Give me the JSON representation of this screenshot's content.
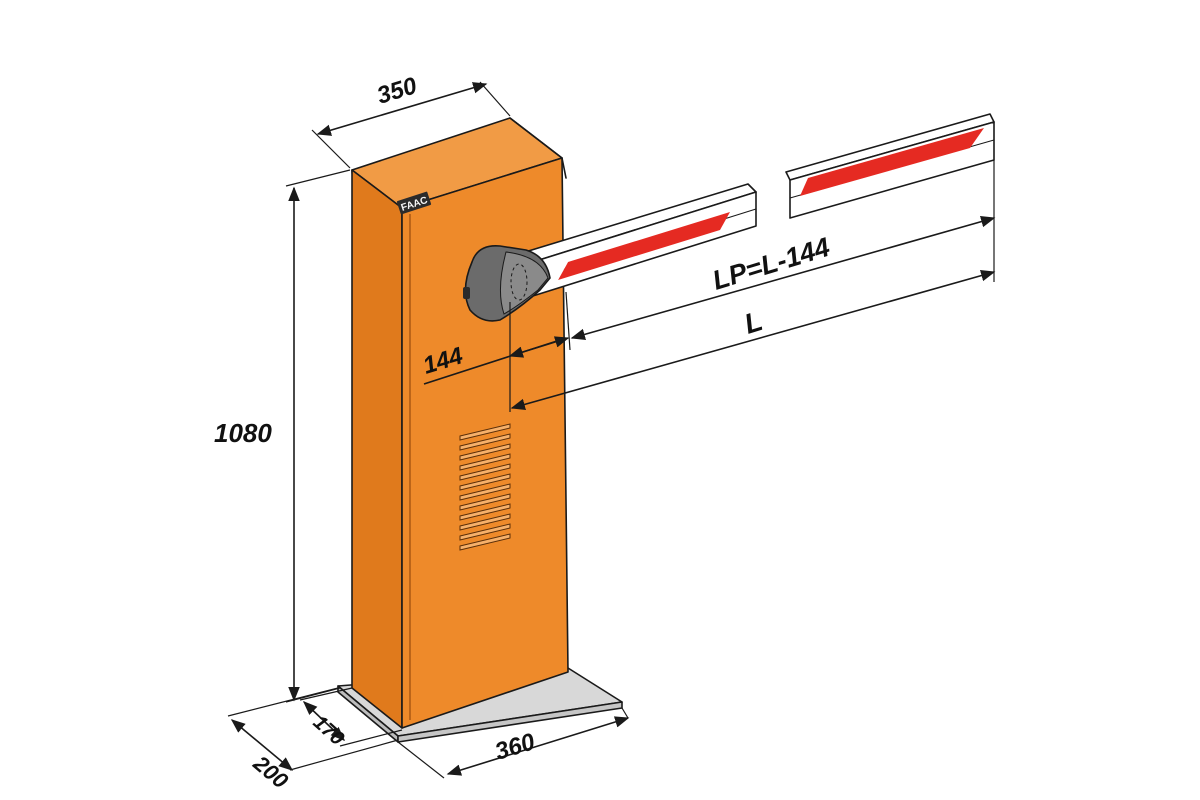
{
  "labels": {
    "width_top": "350",
    "height": "1080",
    "depth_outer": "200",
    "depth_inner": "170",
    "width_base": "360",
    "offset": "144",
    "boom_length": "L",
    "boom_profile": "LP=L-144",
    "logo": "FAAC"
  },
  "colors": {
    "cabinet_front": "#ee8a2a",
    "cabinet_side": "#e07a1c",
    "cabinet_top": "#f19b45",
    "reflector": "#e52a22",
    "boom": "#ffffff",
    "hub": "#6b6b6b",
    "base_plate": "#d8d8d8",
    "outline": "#1a1a1a"
  }
}
